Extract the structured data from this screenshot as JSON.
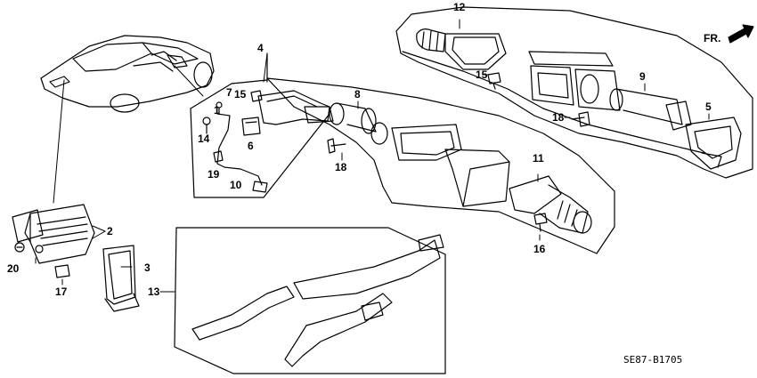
{
  "diagram": {
    "direction_label": "FR.",
    "diagram_code": "SE87-B1705",
    "parts": [
      {
        "id": "p1",
        "label": "1"
      },
      {
        "id": "p2",
        "label": "2"
      },
      {
        "id": "p3",
        "label": "3"
      },
      {
        "id": "p4",
        "label": "4"
      },
      {
        "id": "p5",
        "label": "5"
      },
      {
        "id": "p6",
        "label": "6"
      },
      {
        "id": "p7",
        "label": "7"
      },
      {
        "id": "p8",
        "label": "8"
      },
      {
        "id": "p9",
        "label": "9"
      },
      {
        "id": "p10",
        "label": "10"
      },
      {
        "id": "p11",
        "label": "11"
      },
      {
        "id": "p12",
        "label": "12"
      },
      {
        "id": "p13",
        "label": "13"
      },
      {
        "id": "p14",
        "label": "14"
      },
      {
        "id": "p15a",
        "label": "15"
      },
      {
        "id": "p15b",
        "label": "15"
      },
      {
        "id": "p16",
        "label": "16"
      },
      {
        "id": "p17",
        "label": "17"
      },
      {
        "id": "p18a",
        "label": "18"
      },
      {
        "id": "p18b",
        "label": "18"
      },
      {
        "id": "p19",
        "label": "19"
      },
      {
        "id": "p20",
        "label": "20"
      }
    ]
  }
}
